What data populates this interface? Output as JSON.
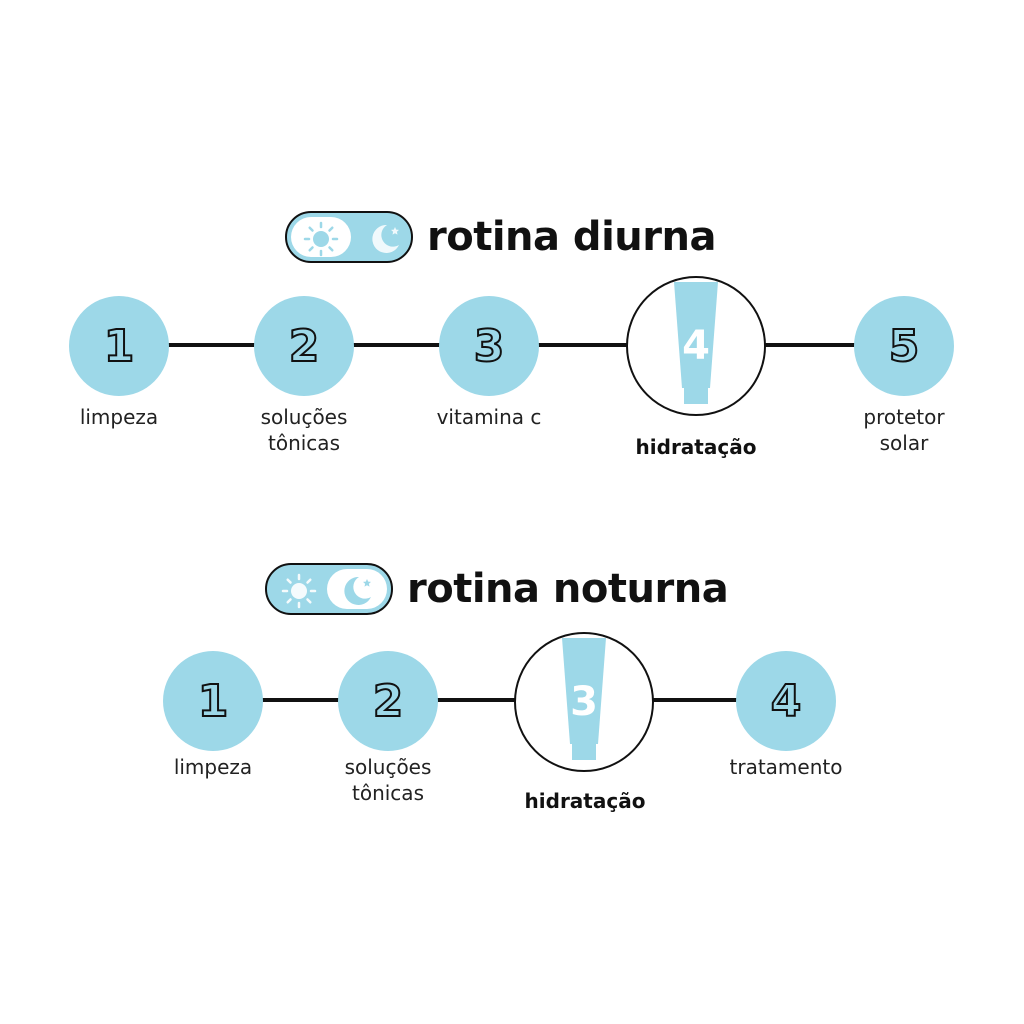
{
  "colors": {
    "accent": "#9dd8e8",
    "line": "#111111"
  },
  "day": {
    "title": "rotina diurna",
    "toggle_icons": [
      "sun-icon",
      "moon-icon"
    ],
    "steps": [
      {
        "number": "1",
        "label": "limpeza"
      },
      {
        "number": "2",
        "label": "soluções tônicas"
      },
      {
        "number": "3",
        "label": "vitamina c"
      },
      {
        "number": "4",
        "label": "hidratação",
        "highlight": true
      },
      {
        "number": "5",
        "label": "protetor solar"
      }
    ]
  },
  "night": {
    "title": "rotina noturna",
    "toggle_icons": [
      "sun-icon",
      "moon-icon"
    ],
    "steps": [
      {
        "number": "1",
        "label": "limpeza"
      },
      {
        "number": "2",
        "label": "soluções tônicas"
      },
      {
        "number": "3",
        "label": "hidratação",
        "highlight": true
      },
      {
        "number": "4",
        "label": "tratamento"
      }
    ]
  }
}
